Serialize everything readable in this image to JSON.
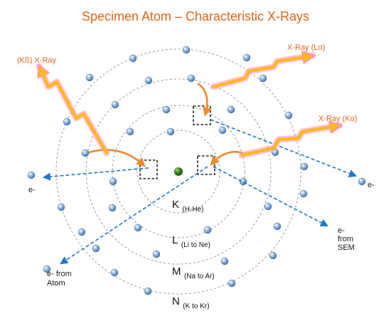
{
  "title": "Specimen Atom – Characteristic X-Rays",
  "shells": [
    {
      "letter": "K",
      "range": "(H-He)"
    },
    {
      "letter": "L",
      "range": "(Li to Ne)"
    },
    {
      "letter": "M",
      "range": "(Na to Ar)"
    },
    {
      "letter": "N",
      "range": "(K to Kr)"
    }
  ],
  "labels": {
    "xray_kb": "(Kß) X-Ray",
    "xray_la": "X-Ray (Lα)",
    "xray_ka": "X-Ray (Kα)",
    "e_left": "e-",
    "e_right": "e-",
    "e_from_atom_1": "e- from",
    "e_from_atom_2": "Atom",
    "e_from_sem_1": "e-",
    "e_from_sem_2": "from",
    "e_from_sem_3": "SEM"
  },
  "colors": {
    "title": "#e2651a",
    "xray_text": "#e06a1b",
    "electron_path": "#1f78c8",
    "transition_arrow": "#ee8a33",
    "xray_core": "#ffb81c",
    "xray_glow": "#ff8fd0",
    "electron": "#6f9fd0",
    "nucleus": "#3b8a1d"
  }
}
